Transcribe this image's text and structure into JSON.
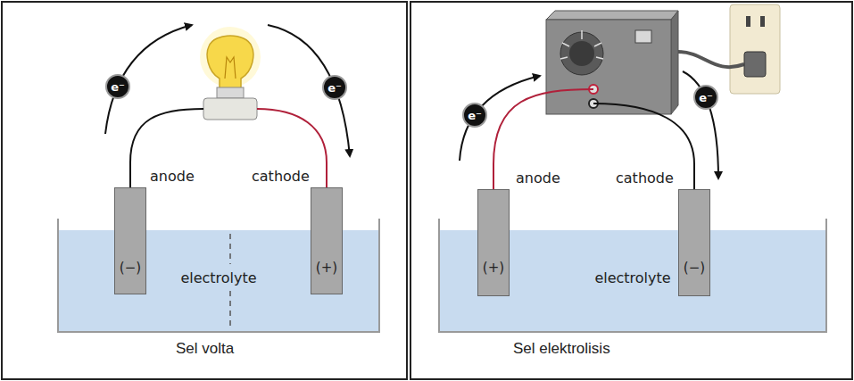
{
  "diagram": {
    "nodes": [
      {
        "text": [
          "Sel volta"
        ]
      },
      {
        "text": [
          "electrolyte"
        ],
        "in": 0
      },
      {
        "text": [
          "(−)"
        ],
        "in": 0
      },
      {
        "text": [
          "(+)"
        ],
        "in": 0
      },
      {
        "text": [
          "e⁻"
        ],
        "in": 0
      },
      {
        "text": [
          "e⁻"
        ],
        "in": 0
      },
      {
        "text": [
          "Sel elektrolisis"
        ]
      },
      {
        "text": [
          "electrolyte"
        ],
        "in": 6
      },
      {
        "text": [
          "(+)"
        ],
        "in": 6
      },
      {
        "text": [
          "(−)"
        ],
        "in": 6
      },
      {
        "text": [
          "e⁻"
        ],
        "in": 6
      },
      {
        "text": [
          "e⁻"
        ],
        "in": 6
      }
    ],
    "edges": [
      {
        "from": 2,
        "to": 3,
        "arrow": "none"
      },
      {
        "from": 8,
        "to": 9,
        "arrow": "none"
      }
    ],
    "labels": [
      "anode",
      "cathode",
      "anode",
      "cathode"
    ]
  }
}
